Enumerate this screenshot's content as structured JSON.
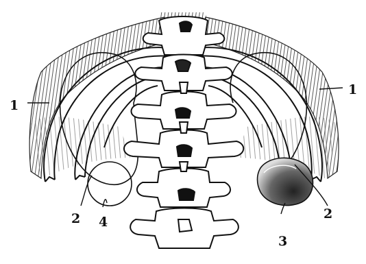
{
  "labels": {
    "left_one": "1",
    "right_one": "1",
    "left_two": "2",
    "right_two": "2",
    "three": "3",
    "four": "4"
  },
  "colors": {
    "ink": "#111111",
    "paper": "#ffffff"
  }
}
